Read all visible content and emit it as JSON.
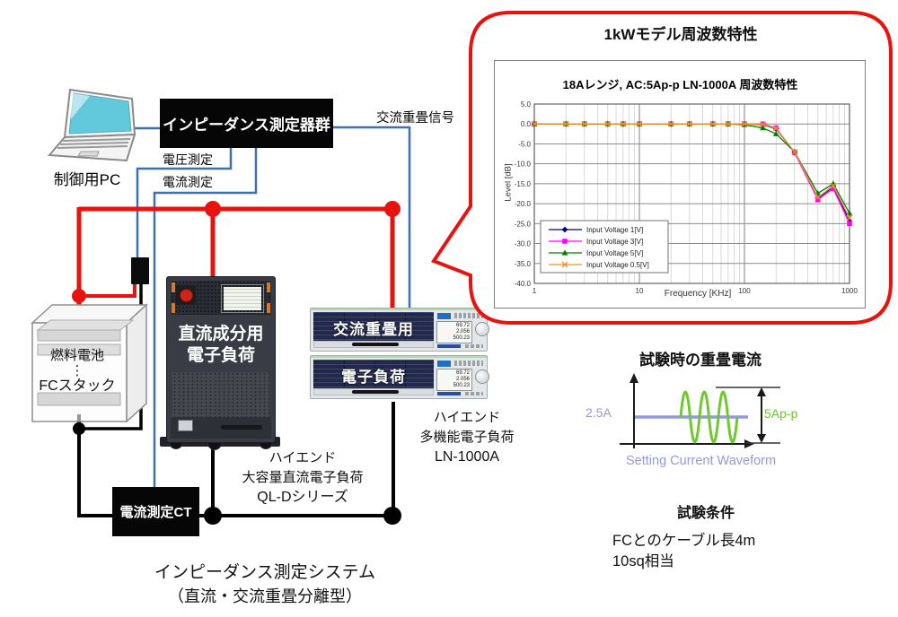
{
  "callout": {
    "title": "1kWモデル周波数特性"
  },
  "chart_data": {
    "type": "line",
    "title": "18Aレンジ, AC:5Ap-p  LN-1000A 周波数特性",
    "xlabel": "Frequency [KHz]",
    "ylabel": "Level [dB]",
    "x_scale": "log",
    "xlim": [
      1,
      1000
    ],
    "ylim": [
      -40,
      5
    ],
    "x_ticks": [
      1,
      10,
      100,
      1000
    ],
    "y_ticks": [
      5,
      0,
      -5,
      -10,
      -15,
      -20,
      -25,
      -30,
      -35,
      -40
    ],
    "grid": true,
    "legend_position": "lower-left",
    "x": [
      1,
      2,
      3,
      5,
      7,
      10,
      20,
      30,
      50,
      70,
      100,
      150,
      200,
      300,
      500,
      700,
      1000
    ],
    "series": [
      {
        "name": "Input Voltage  1[V]",
        "color": "#000080",
        "marker": "diamond",
        "values": [
          0,
          0,
          0,
          0,
          0,
          0,
          0,
          0,
          0,
          0,
          0,
          -0.2,
          -1.2,
          -7.1,
          -18.6,
          -15.8,
          -24.2
        ]
      },
      {
        "name": "Input Voltage  3[V]",
        "color": "#ff00ff",
        "marker": "square",
        "values": [
          0,
          0,
          0,
          0,
          0,
          0,
          0,
          0,
          0,
          0,
          0,
          0,
          -1.0,
          -7.2,
          -19.0,
          -16.2,
          -25.0
        ]
      },
      {
        "name": "Input Voltage  5[V]",
        "color": "#008000",
        "marker": "triangle",
        "values": [
          0,
          0,
          0,
          0,
          0,
          0,
          0,
          0,
          0,
          0,
          -0.2,
          -1.0,
          -2.5,
          -7.0,
          -17.4,
          -15.0,
          -22.4
        ]
      },
      {
        "name": "Input Voltage  0.5[V]",
        "color": "#ef8f2f",
        "marker": "x",
        "values": [
          0,
          0,
          0,
          0,
          0,
          0,
          0,
          0,
          0,
          0,
          0,
          -0.1,
          -1.1,
          -7.0,
          -18.4,
          -15.5,
          -23.6
        ]
      }
    ]
  },
  "diagram": {
    "pc_label": "制御用PC",
    "impedance_box": "インピーダンス測定器群",
    "voltage_label": "電圧測定",
    "current_label": "電流測定",
    "ac_signal_label": "交流重畳信号",
    "fuel_cell": {
      "line1": "燃料電池",
      "dots": "⋮",
      "line2": "FCスタック"
    },
    "dc_load": {
      "line1": "直流成分用",
      "line2": "電子負荷"
    },
    "ac_load": {
      "top_unit": "交流重畳用",
      "bottom_unit": "電子負荷"
    },
    "ct_label": "電流測定CT",
    "ln_caption": {
      "line1": "ハイエンド",
      "line2": "多機能電子負荷",
      "line3": "LN-1000A"
    },
    "ql_caption": {
      "line1": "ハイエンド",
      "line2": "大容量直流電子負荷",
      "line3": "QL-Dシリーズ"
    },
    "system_caption": {
      "line1": "インピーダンス測定システム",
      "line2": "（直流・交流重畳分離型）"
    },
    "display_values": {
      "line1": "69.72",
      "line2": "2.056",
      "line3": "500.23"
    },
    "wire_colors": {
      "red": "#e8130f",
      "blue": "#3f6fae",
      "black": "#000000"
    }
  },
  "waveform": {
    "title": "試験時の重畳電流",
    "dc_label": "2.5A",
    "pp_label": "5Ap-p",
    "caption": "Setting Current Waveform",
    "dc_color": "#9399e0",
    "ac_color": "#6fc82d",
    "label_color": "#9399e0"
  },
  "conditions": {
    "title": "試験条件",
    "line1": "FCとのケーブル長4m",
    "line2": "10sq相当"
  }
}
